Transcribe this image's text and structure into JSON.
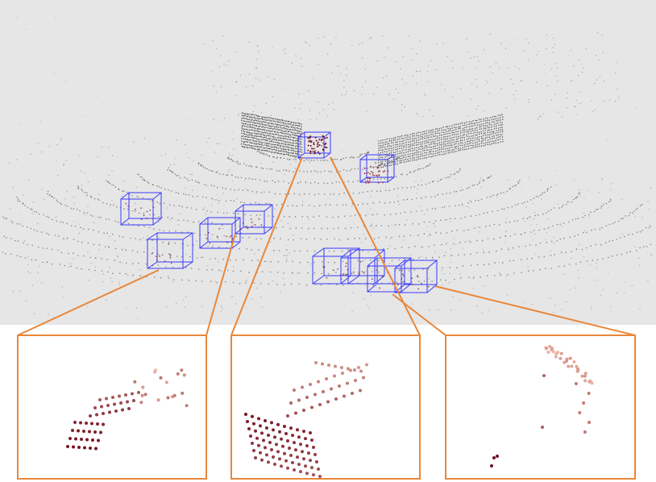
{
  "colors": {
    "scene_background": "#e6e6e6",
    "lidar_points": "#3a3a3a",
    "bounding_box": "#3b3bff",
    "callout_frame": "#e8873a",
    "point_near": "#6e0d1d",
    "point_far": "#f6c2b0"
  },
  "figure": {
    "kind": "3d-lidar-point-cloud-with-zoom-insets",
    "bounding_box_count": 10,
    "inset_count": 3,
    "insets": [
      {
        "name": "inset-left",
        "content": "dense-partial-object-cluster"
      },
      {
        "name": "inset-middle",
        "content": "multi-scanline-object-cluster"
      },
      {
        "name": "inset-right",
        "content": "sparse-distant-object-cluster"
      }
    ]
  }
}
